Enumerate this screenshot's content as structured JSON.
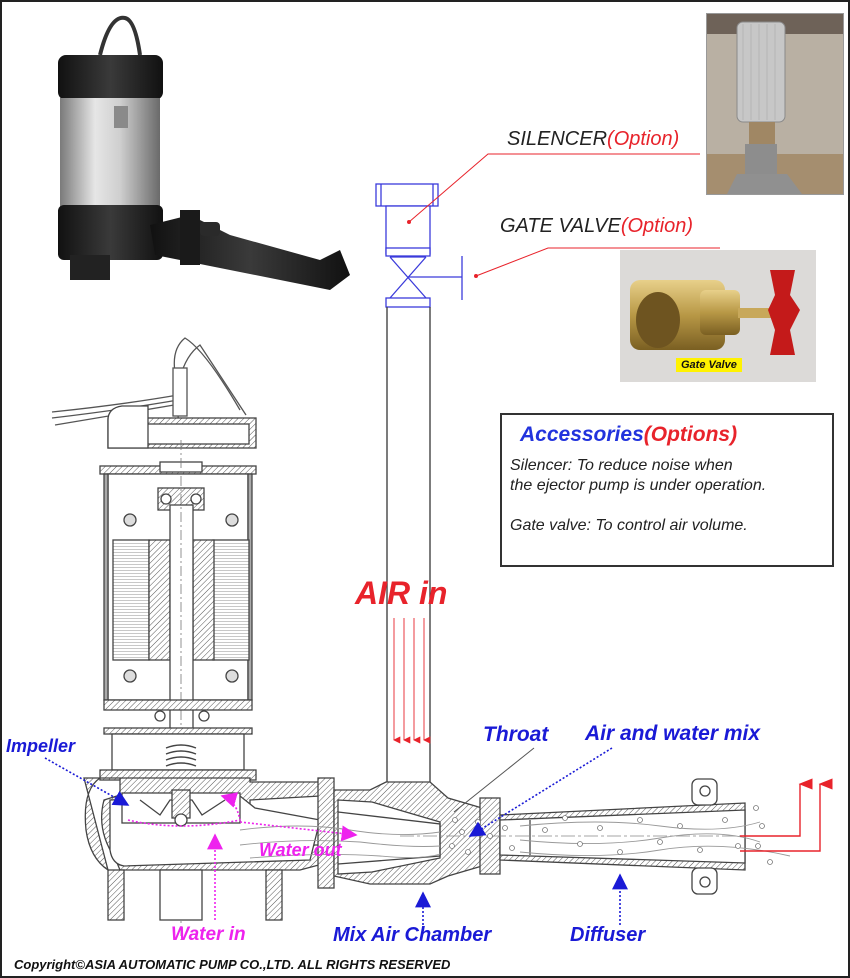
{
  "labels": {
    "silencer": "SILENCER",
    "silencer_option": "(Option)",
    "gate_valve": "GATE VALVE",
    "gate_valve_option": "(Option)",
    "air_in": "AIR in",
    "throat": "Throat",
    "air_water_mix": "Air and water mix",
    "impeller": "Impeller",
    "water_out": "Water out",
    "water_in": "Water in",
    "mix_air_chamber": "Mix Air Chamber",
    "diffuser": "Diffuser"
  },
  "photos": {
    "gate_valve_caption": "Gate Valve"
  },
  "accessories": {
    "title": "Accessories",
    "title_option": "(Options)",
    "line1": "Silencer: To reduce noise when",
    "line2": "the ejector pump is under operation.",
    "line3": "Gate valve: To control air volume."
  },
  "copyright": "Copyright©ASIA AUTOMATIC PUMP CO.,LTD. ALL RIGHTS RESERVED",
  "colors": {
    "label_blue": "#1a1ad6",
    "label_magenta": "#ee22ee",
    "label_red": "#e8232b",
    "valve_blue": "#3b3bdb"
  }
}
